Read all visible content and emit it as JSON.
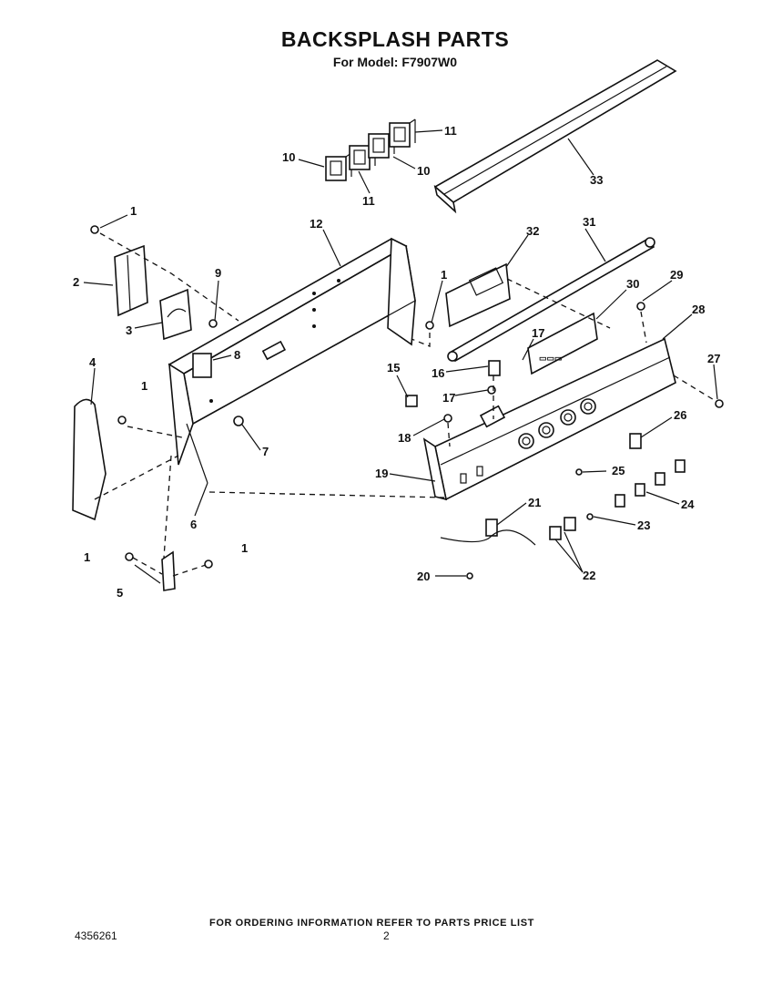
{
  "header": {
    "title": "BACKSPLASH PARTS",
    "subtitle": "For Model: F7907W0"
  },
  "callouts": {
    "c1": "1",
    "c2": "2",
    "c3": "3",
    "c4": "4",
    "c5": "5",
    "c6": "6",
    "c7": "7",
    "c8": "8",
    "c9": "9",
    "c10": "10",
    "c11": "11",
    "c12": "12",
    "c15": "15",
    "c16": "16",
    "c17": "17",
    "c18": "18",
    "c19": "19",
    "c20": "20",
    "c21": "21",
    "c22": "22",
    "c23": "23",
    "c24": "24",
    "c25": "25",
    "c26": "26",
    "c27": "27",
    "c28": "28",
    "c29": "29",
    "c30": "30",
    "c31": "31",
    "c32": "32",
    "c33": "33"
  },
  "footer": {
    "note": "FOR ORDERING INFORMATION REFER TO PARTS PRICE LIST",
    "page": "2",
    "doc_id": "4356261"
  }
}
